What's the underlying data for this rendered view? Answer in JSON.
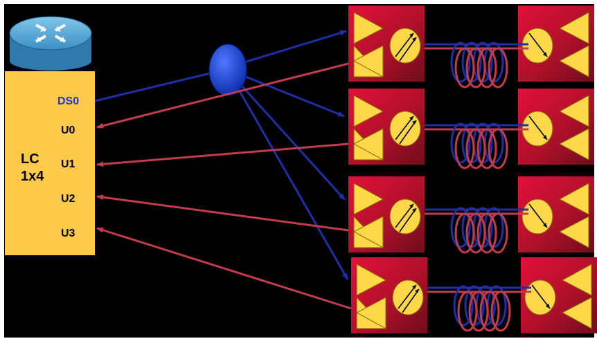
{
  "linecard": {
    "title_line1": "LC",
    "title_line2": "1x4",
    "downstream_port": "DS0",
    "upstream_ports": [
      "U0",
      "U1",
      "U2",
      "U3"
    ]
  },
  "icons": {
    "router": "router-icon",
    "splitter": "splitter-icon",
    "modem_block": "modem-block-icon",
    "coax_coil": "coax-coil-icon"
  },
  "colors": {
    "background": "#000000",
    "linecard": "#ffc94a",
    "downstream": "#1f2fa8",
    "upstream": "#c13d4e",
    "port_label_downstream": "#2233cc",
    "modem_box": "#c8102e"
  }
}
